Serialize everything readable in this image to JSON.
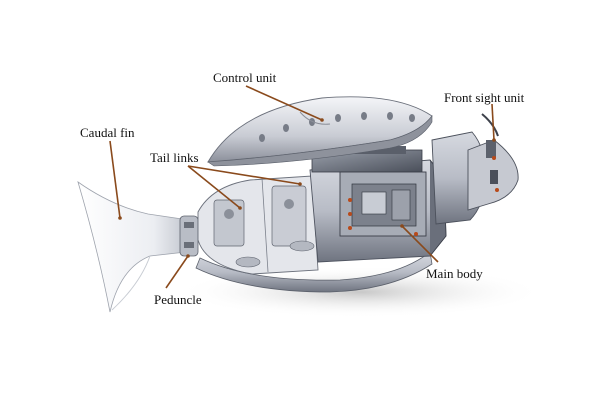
{
  "labels": {
    "caudal_fin": "Caudal fin",
    "tail_links": "Tail links",
    "control_unit": "Control unit",
    "front_sight_unit": "Front sight unit",
    "peduncle": "Peduncle",
    "main_body": "Main body"
  },
  "colors": {
    "leader_line": "#8a4a1c",
    "shell_light": "#e6e8ee",
    "shell_dark": "#7d8290",
    "frame_dark": "#3e424c",
    "background": "#ffffff"
  }
}
